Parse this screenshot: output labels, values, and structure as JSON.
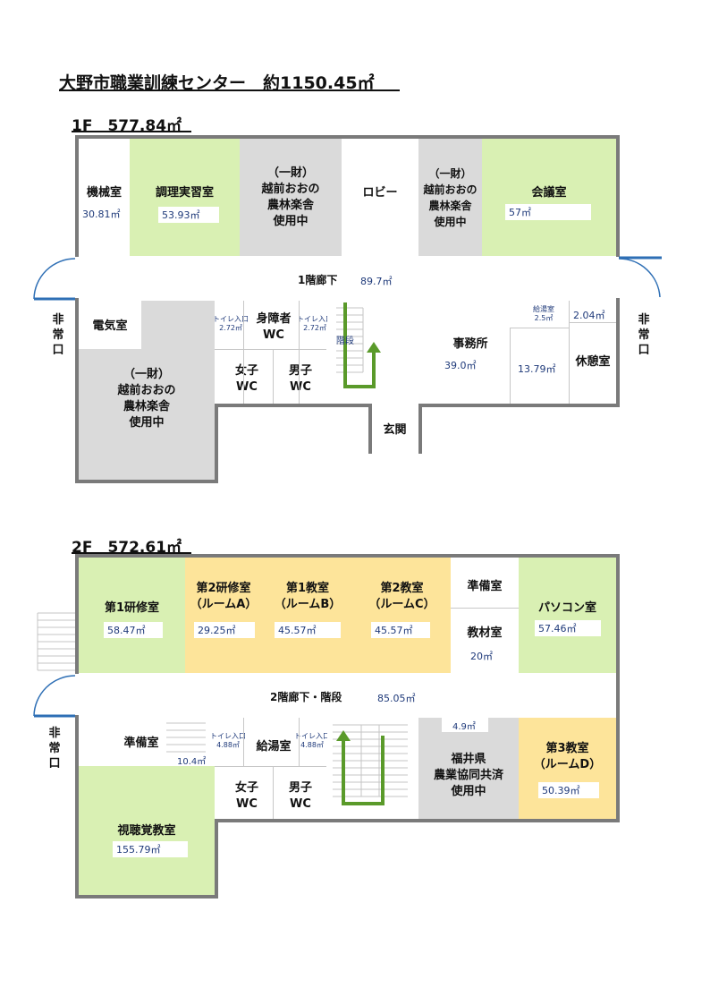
{
  "title": "大野市職業訓練センター　約1150.45㎡",
  "floor1": {
    "label": "1F　577.84㎡",
    "rooms": {
      "machine": {
        "name": "機械室",
        "area": "30.81㎡"
      },
      "cooking": {
        "name": "調理実習室",
        "area": "53.93㎡"
      },
      "ichizai_top": {
        "name": "（一財）\n越前おおの\n農林楽舎\n使用中"
      },
      "lobby": {
        "name": "ロビー"
      },
      "ichizai_right": {
        "name": "（一財）\n越前おおの\n農林楽舎\n使用中"
      },
      "meeting": {
        "name": "会議室",
        "area": "57㎡"
      },
      "corridor": {
        "name": "1階廊下",
        "area": "89.7㎡"
      },
      "electric": {
        "name": "電気室"
      },
      "ichizai_bottom": {
        "name": "（一財）\n越前おおの\n農林楽舎\n使用中"
      },
      "toilet_entry1": {
        "name": "トイレ入口",
        "area": "2.72㎡"
      },
      "disabled_wc": {
        "name": "身障者\nWC"
      },
      "toilet_entry2": {
        "name": "トイレ入口",
        "area": "2.72㎡"
      },
      "female_wc": {
        "name": "女子\nWC"
      },
      "male_wc": {
        "name": "男子\nWC"
      },
      "stairs": {
        "name": "階段"
      },
      "entrance": {
        "name": "玄関"
      },
      "office": {
        "name": "事務所",
        "area": "39.0㎡"
      },
      "kitchenette": {
        "name": "給湯室",
        "area": "2.5㎡"
      },
      "room_1379": {
        "area": "13.79㎡"
      },
      "rest_small": {
        "area": "2.04㎡"
      },
      "rest": {
        "name": "休憩室"
      }
    },
    "exit_left": "非\n常\n口",
    "exit_right": "非\n常\n口"
  },
  "floor2": {
    "label": "2F　572.61㎡",
    "rooms": {
      "training1": {
        "name": "第1研修室",
        "area": "58.47㎡"
      },
      "training2": {
        "name": "第2研修室\n（ルームA）",
        "area": "29.25㎡"
      },
      "class1": {
        "name": "第1教室\n（ルームB）",
        "area": "45.57㎡"
      },
      "class2": {
        "name": "第2教室\n（ルームC）",
        "area": "45.57㎡"
      },
      "prep_top": {
        "name": "準備室"
      },
      "materials": {
        "name": "教材室",
        "area": "20㎡"
      },
      "pc": {
        "name": "パソコン室",
        "area": "57.46㎡"
      },
      "corridor": {
        "name": "2階廊下・階段",
        "area": "85.05㎡"
      },
      "prep_bottom": {
        "name": "準備室",
        "area": "10.4㎡"
      },
      "toilet_entry1": {
        "name": "トイレ入口",
        "area": "4.88㎡"
      },
      "kitchenette": {
        "name": "給湯室"
      },
      "toilet_entry2": {
        "name": "トイレ入口",
        "area": "4.88㎡"
      },
      "female_wc": {
        "name": "女子\nWC"
      },
      "male_wc": {
        "name": "男子\nWC"
      },
      "av": {
        "name": "視聴覚教室",
        "area": "155.79㎡"
      },
      "small_49": {
        "area": "4.9㎡"
      },
      "fukui": {
        "name": "福井県\n農業協同共済\n使用中"
      },
      "class3": {
        "name": "第3教室\n（ルームD）",
        "area": "50.39㎡"
      }
    },
    "exit_left": "非\n常\n口"
  },
  "colors": {
    "rental": "#d9f0b3",
    "occupied": "#dadada",
    "classroom": "#fde49a",
    "wall": "#7a7a7a",
    "arrow": "#5a9a2a"
  }
}
